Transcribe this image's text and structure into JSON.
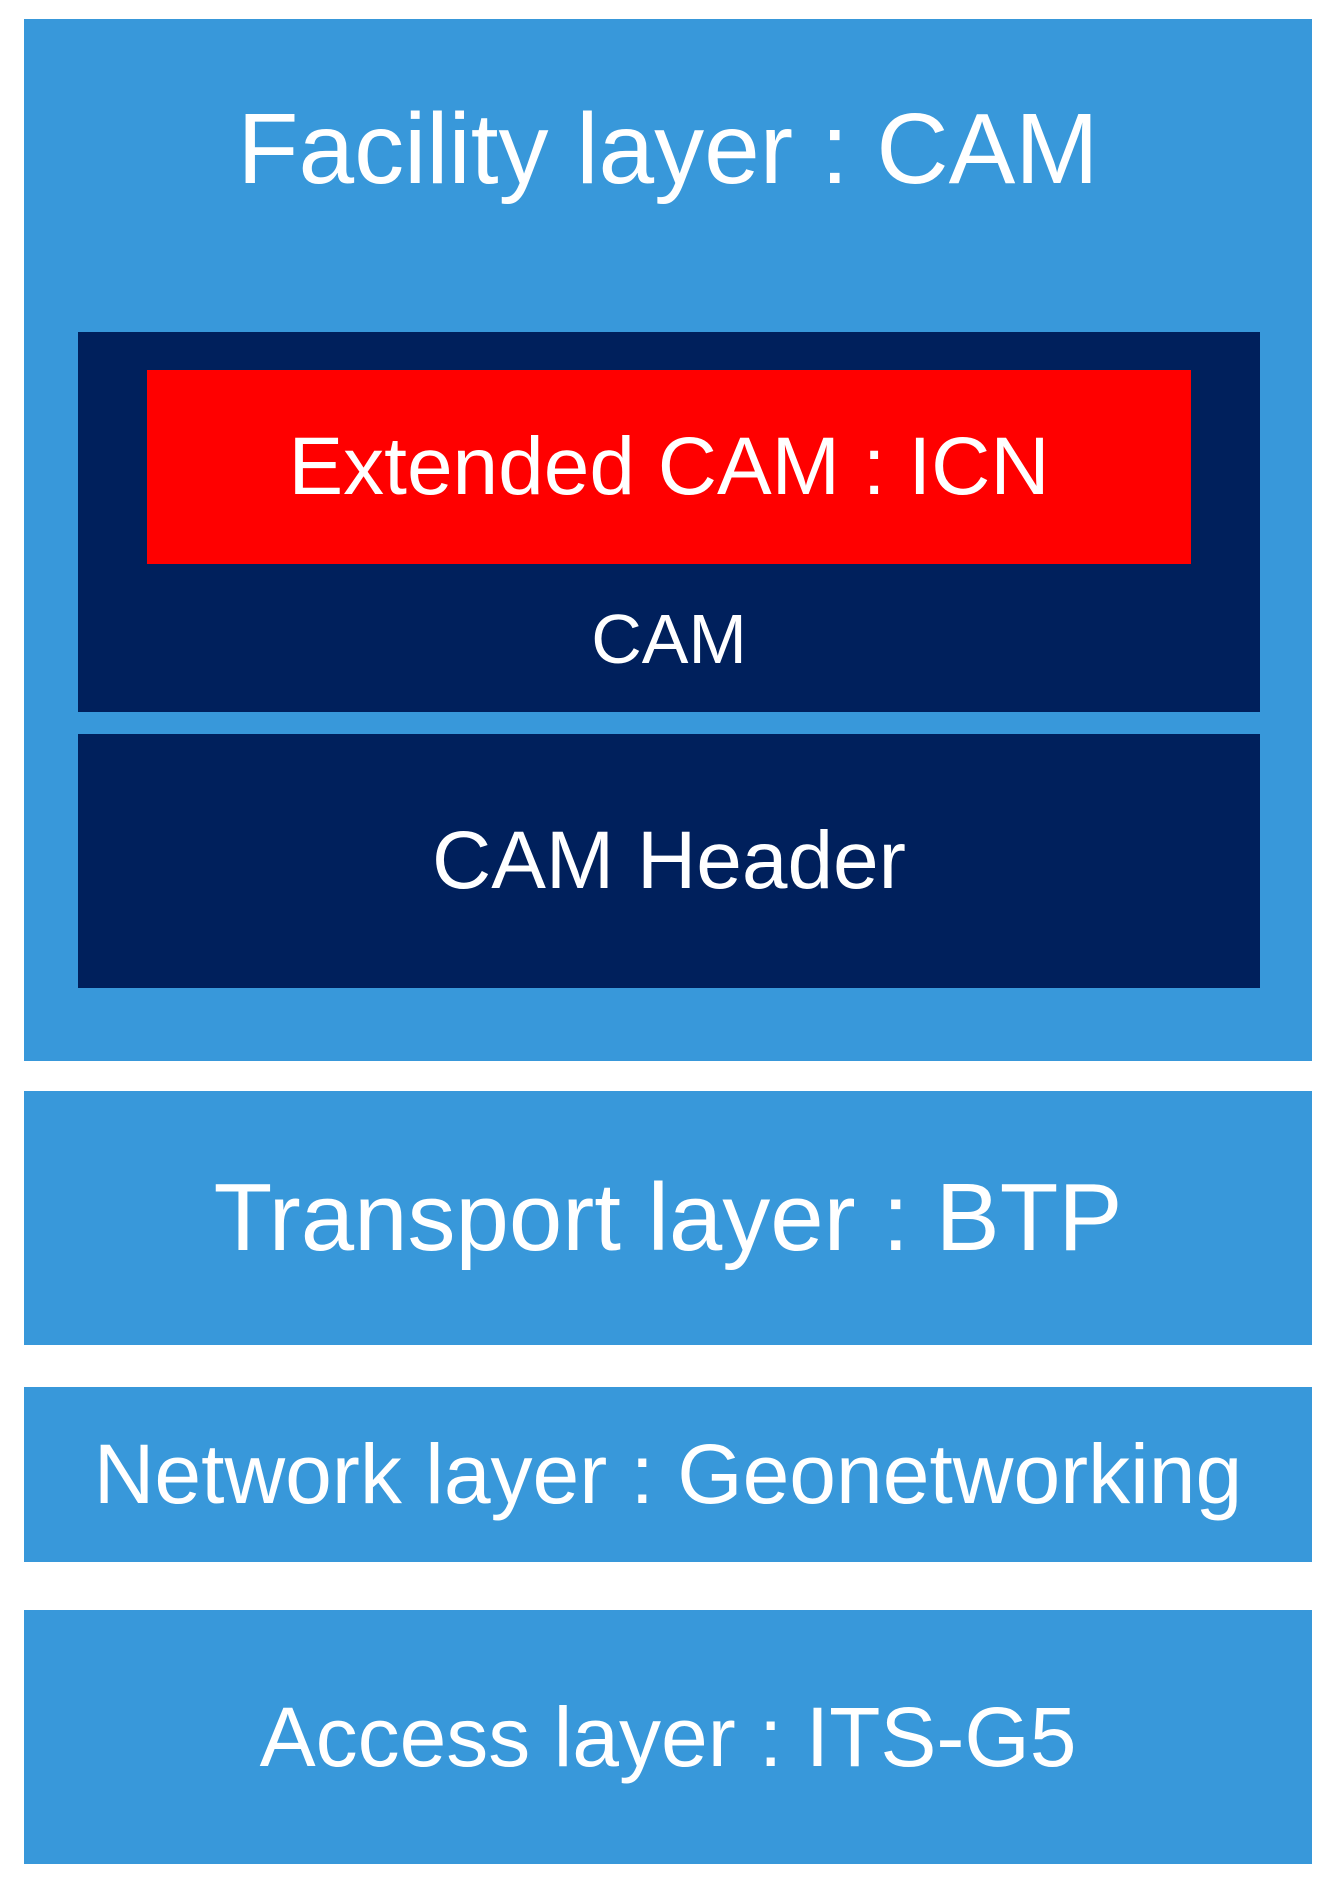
{
  "colors": {
    "layer_blue": "#3898da",
    "navy": "#00205c",
    "highlight_red": "#ff0000",
    "text": "#ffffff"
  },
  "facility_layer": {
    "label": "Facility layer : CAM",
    "cam_block": {
      "extended_label": "Extended CAM : ICN",
      "cam_label": "CAM"
    },
    "cam_header_label": "CAM Header"
  },
  "transport_layer": {
    "label": "Transport layer : BTP"
  },
  "network_layer": {
    "label": "Network layer : Geonetworking"
  },
  "access_layer": {
    "label": "Access layer : ITS-G5"
  }
}
